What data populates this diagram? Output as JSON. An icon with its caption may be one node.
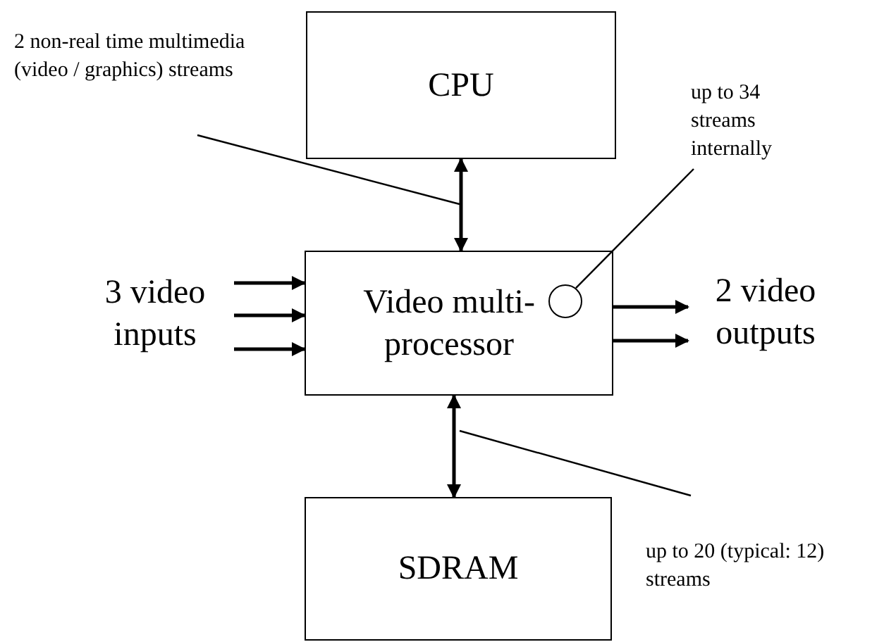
{
  "diagram": {
    "nodes": [
      {
        "text": [
          "CPU"
        ]
      },
      {
        "text": [
          "Video multi-processor"
        ]
      },
      {
        "text": [
          "SDRAM"
        ]
      },
      {
        "text": [
          "3 video inputs"
        ]
      },
      {
        "text": [
          "2 video outputs"
        ]
      },
      {
        "text": [
          "2 non-real time multimedia (video / graphics) streams"
        ]
      },
      {
        "text": [
          "up to 34 streams internally"
        ]
      },
      {
        "text": [],
        "shape": "circle",
        "in": 1
      },
      {
        "text": [
          "up to 20 (typical: 12) streams"
        ]
      }
    ],
    "edges": [
      {
        "from": 0,
        "to": 1,
        "arrow": "both"
      },
      {
        "from": 1,
        "to": 2,
        "arrow": "both"
      },
      {
        "from": 3,
        "to": 1,
        "arrow": "to"
      },
      {
        "from": 3,
        "to": 1,
        "arrow": "to"
      },
      {
        "from": 3,
        "to": 1,
        "arrow": "to"
      },
      {
        "from": 1,
        "to": 4,
        "arrow": "to"
      },
      {
        "from": 1,
        "to": 4,
        "arrow": "to"
      },
      {
        "from": 5,
        "to": null,
        "arrow": "none"
      },
      {
        "from": 6,
        "to": 7,
        "arrow": "none"
      },
      {
        "from": 8,
        "to": null,
        "arrow": "none"
      }
    ]
  }
}
